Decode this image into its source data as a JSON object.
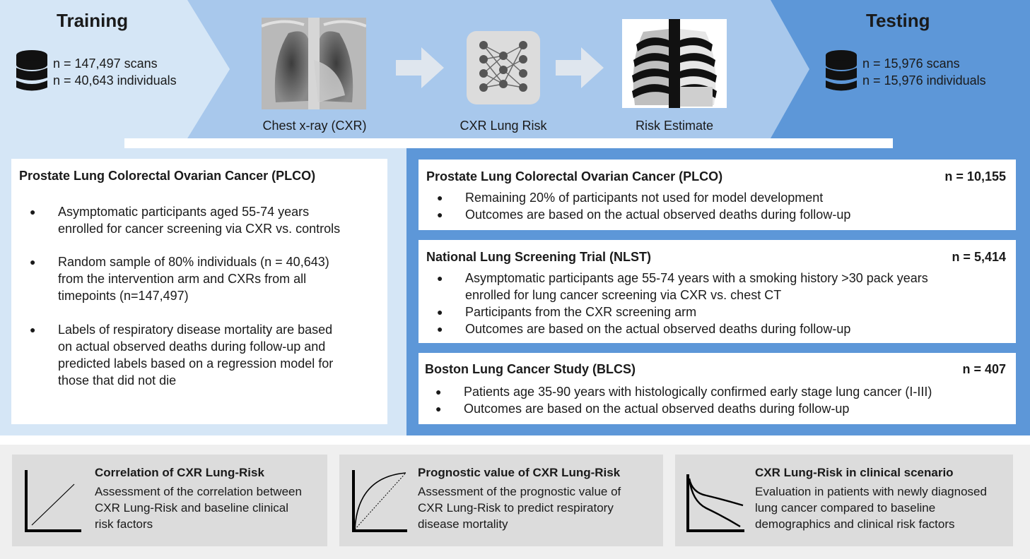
{
  "header": {
    "training": {
      "title": "Training",
      "stats": [
        "n = 147,497 scans",
        "n = 40,643 individuals"
      ]
    },
    "testing": {
      "title": "Testing",
      "stats": [
        "n = 15,976 scans",
        "n = 15,976 individuals"
      ]
    },
    "pipeline": {
      "cxr_caption": "Chest x-ray (CXR)",
      "model_caption": "CXR Lung Risk",
      "risk_caption": "Risk Estimate"
    }
  },
  "training_card": {
    "title": "Prostate Lung Colorectal Ovarian Cancer (PLCO)",
    "bullets": [
      [
        "Asymptomatic participants aged 55-74 years",
        "enrolled for cancer screening via CXR vs. controls"
      ],
      [
        "Random sample of 80% individuals (n = 40,643)",
        "from the intervention arm and CXRs from all",
        "timepoints (n=147,497)"
      ],
      [
        "Labels of respiratory disease mortality are based",
        "on actual observed deaths during follow-up and",
        "predicted labels based on a regression model for",
        "those that did not die"
      ]
    ]
  },
  "testing_cards": [
    {
      "title": "Prostate Lung Colorectal Ovarian Cancer (PLCO)",
      "n": "n = 10,155",
      "bullets": [
        [
          "Remaining 20% of participants not used for model development"
        ],
        [
          "Outcomes are based on the actual observed deaths during follow-up"
        ]
      ]
    },
    {
      "title": "National Lung Screening Trial (NLST)",
      "n": "n = 5,414",
      "bullets": [
        [
          "Asymptomatic participants age 55-74 years with a smoking history >30 pack years",
          "enrolled for lung cancer screening via CXR vs. chest CT"
        ],
        [
          "Participants from the CXR screening arm"
        ],
        [
          "Outcomes are based on the actual observed deaths during follow-up"
        ]
      ]
    },
    {
      "title": "Boston Lung Cancer Study (BLCS)",
      "n": "n = 407",
      "bullets": [
        [
          "Patients age 35-90 years with histologically confirmed early stage lung cancer (I-III)"
        ],
        [
          "Outcomes are based on the actual observed deaths during follow-up"
        ]
      ]
    }
  ],
  "analyses": [
    {
      "title": "Correlation of CXR Lung-Risk",
      "lines": [
        "Assessment of the correlation between",
        "CXR Lung-Risk and baseline clinical",
        "risk factors"
      ]
    },
    {
      "title": "Prognostic value of CXR Lung-Risk",
      "lines": [
        "Assessment of the prognostic value of",
        "CXR Lung-Risk to predict respiratory",
        "disease mortality"
      ]
    },
    {
      "title": "CXR Lung-Risk in clinical scenario",
      "lines": [
        "Evaluation in patients with newly diagnosed",
        "lung cancer compared to baseline",
        "demographics and clinical risk factors"
      ]
    }
  ],
  "icons": {
    "database": "database-icon",
    "arrow": "right-arrow-icon",
    "network": "neural-network-icon",
    "xray": "chest-xray-image",
    "risk": "risk-estimate-image",
    "correlation": "correlation-plot-icon",
    "roc": "roc-curve-icon",
    "survival": "survival-curve-icon"
  },
  "colors": {
    "training_bg": "#d5e6f6",
    "testing_bg": "#5d97d8",
    "header_middle": "#a8c8ec",
    "footer_bg": "#efefef",
    "footer_card": "#dcdcdc"
  }
}
